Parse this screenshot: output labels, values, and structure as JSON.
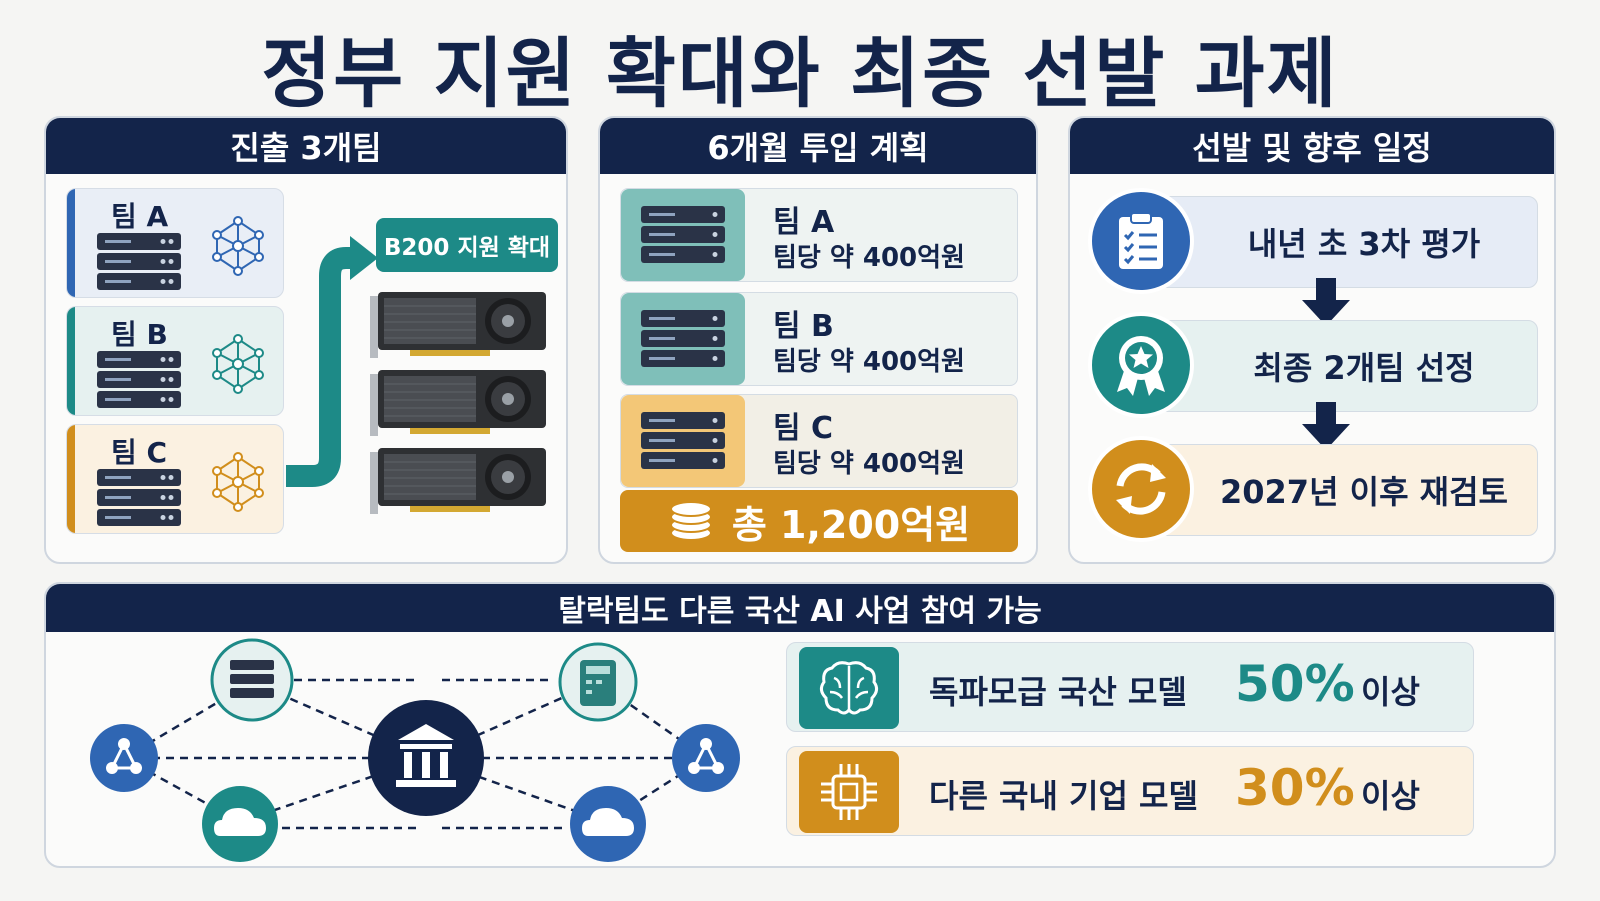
{
  "title": "정부 지원 확대와 최종 선발 과제",
  "colors": {
    "navy": "#13244a",
    "blue": "#2f66b3",
    "teal": "#1d8a87",
    "orange": "#d18e1c"
  },
  "panel1": {
    "header": "진출 3개팀",
    "teams": [
      {
        "label": "팀 A",
        "color": "#2f66b3"
      },
      {
        "label": "팀 B",
        "color": "#1d8a87"
      },
      {
        "label": "팀 C",
        "color": "#d18e1c"
      }
    ],
    "gpu_label": "B200 지원 확대"
  },
  "panel2": {
    "header": "6개월 투입 계획",
    "items": [
      {
        "team": "팀 A",
        "amount": "팀당 약 400억원"
      },
      {
        "team": "팀 B",
        "amount": "팀당 약 400억원"
      },
      {
        "team": "팀 C",
        "amount": "팀당 약 400억원"
      }
    ],
    "total": "총 1,200억원"
  },
  "panel3": {
    "header": "선발 및 향후 일정",
    "steps": [
      {
        "label": "내년 초 3차 평가",
        "icon": "clipboard-icon"
      },
      {
        "label": "최종 2개팀 선정",
        "icon": "award-ribbon-icon"
      },
      {
        "label": "2027년 이후 재검토",
        "icon": "refresh-icon"
      }
    ]
  },
  "panel4": {
    "header": "탈락팀도 다른 국산 AI 사업 참여 가능",
    "rows": [
      {
        "label": "독파모급 국산 모델",
        "percent": "50%",
        "suffix": "이상",
        "icon": "brain-icon"
      },
      {
        "label": "다른 국내 기업 모델",
        "percent": "30%",
        "suffix": "이상",
        "icon": "chip-icon"
      }
    ]
  }
}
